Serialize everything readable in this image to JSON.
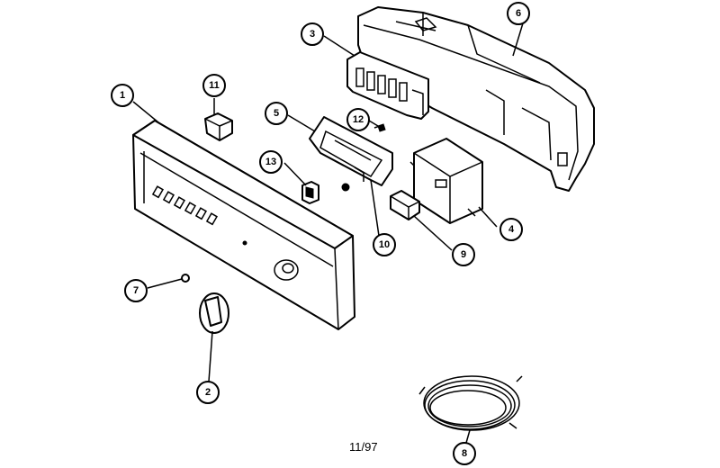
{
  "callouts": {
    "c1": "1",
    "c2": "2",
    "c3": "3",
    "c4": "4",
    "c5": "5",
    "c6": "6",
    "c7": "7",
    "c8": "8",
    "c9": "9",
    "c10": "10",
    "c11": "11",
    "c12": "12",
    "c13": "13"
  },
  "date_code": "11/97"
}
